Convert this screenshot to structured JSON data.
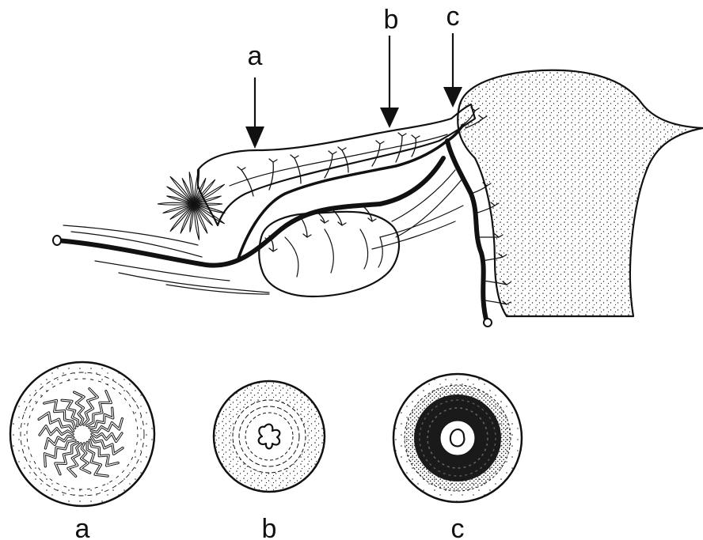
{
  "figure": {
    "arrow_labels": [
      "a",
      "b",
      "c"
    ],
    "section_labels": [
      "a",
      "b",
      "c"
    ]
  },
  "colors": {
    "ink": "#111111",
    "background": "#ffffff"
  }
}
